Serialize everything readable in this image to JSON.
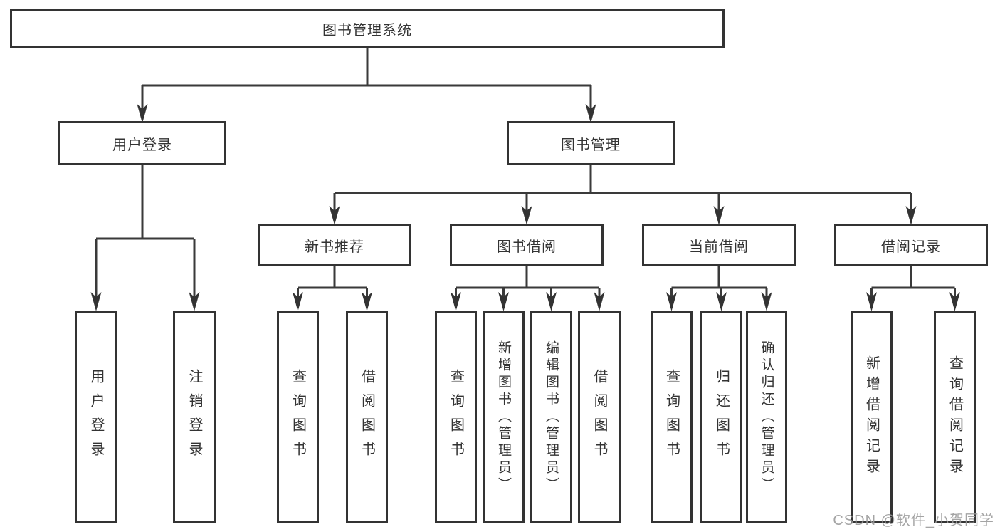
{
  "diagram_title": "图书管理系统",
  "colors": {
    "line": "#3a3a3a",
    "box_border": "#333333",
    "text": "#333333",
    "watermark": "#9b9b9b",
    "background": "#ffffff"
  },
  "tree": {
    "root": {
      "label": "图书管理系统",
      "children": [
        {
          "label": "用户登录",
          "children": [
            {
              "label": "用户登录"
            },
            {
              "label": "注销登录"
            }
          ]
        },
        {
          "label": "图书管理",
          "children": [
            {
              "label": "新书推荐",
              "children": [
                {
                  "label": "查询图书"
                },
                {
                  "label": "借阅图书"
                }
              ]
            },
            {
              "label": "图书借阅",
              "children": [
                {
                  "label": "查询图书"
                },
                {
                  "label": "新增图书（管理员）"
                },
                {
                  "label": "编辑图书（管理员）"
                },
                {
                  "label": "借阅图书"
                }
              ]
            },
            {
              "label": "当前借阅",
              "children": [
                {
                  "label": "查询图书"
                },
                {
                  "label": "归还图书"
                },
                {
                  "label": "确认归还（管理员）"
                }
              ]
            },
            {
              "label": "借阅记录",
              "children": [
                {
                  "label": "新增借阅记录"
                },
                {
                  "label": "查询借阅记录"
                }
              ]
            }
          ]
        }
      ]
    }
  },
  "watermark": {
    "text": "CSDN @软件_小贺同学"
  }
}
